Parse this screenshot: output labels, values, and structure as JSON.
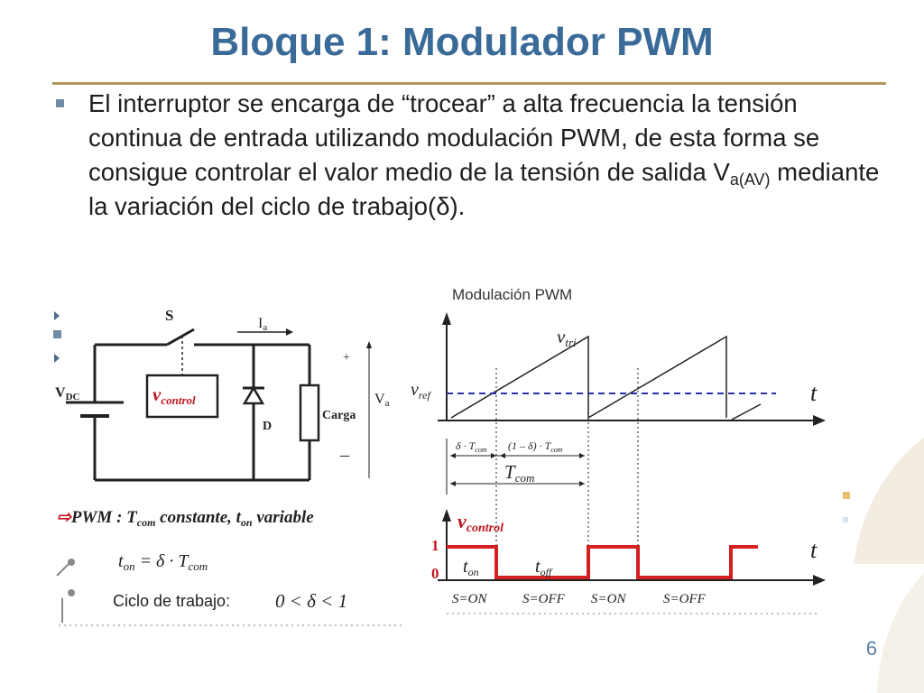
{
  "slide": {
    "title": "Bloque 1: Modulador PWM",
    "bullet": {
      "part1": "El interruptor se encarga de “trocear” a alta frecuencia la tensión continua de entrada utilizando modulación PWM, de esta forma se consigue controlar el valor medio de la tensión de salida V",
      "subscript": "a(AV)",
      "part2": " mediante la variación del ciclo de trabajo(δ)."
    },
    "page_number": "6"
  },
  "circuit": {
    "switch_label": "S",
    "current_label": "I",
    "current_sub": "a",
    "source_label": "V",
    "source_sub": "DC",
    "control_label": "v",
    "control_sub": "control",
    "diode_label": "D",
    "load_label": "Carga",
    "output_label": "V",
    "output_sub": "a",
    "plus_sign": "+",
    "minus_sign": "–",
    "note_arrow": "⇨",
    "note_prefix": "PWM : T",
    "note_sub1": "com",
    "note_mid": " constante, t",
    "note_sub2": "on",
    "note_suffix": " variable",
    "formula_lhs": "t",
    "formula_lhs_sub": "on",
    "formula_rhs": " = δ · T",
    "formula_rhs_sub": "com",
    "duty_label": "Ciclo de trabajo:",
    "duty_range": "0 < δ < 1"
  },
  "waveform": {
    "title": "Modulación PWM",
    "vtri_label": "v",
    "vtri_sub": "tri",
    "vref_label": "v",
    "vref_sub": "ref",
    "t_label": "t",
    "delta_t": "δ · T",
    "delta_t_sub": "com",
    "one_minus": "(1 – δ) · T",
    "one_minus_sub": "com",
    "tcom": "T",
    "tcom_sub": "com",
    "vcontrol": "v",
    "vcontrol_sub": "control",
    "level_one": "1",
    "level_zero": "0",
    "ton": "t",
    "ton_sub": "on",
    "toff": "t",
    "toff_sub": "off",
    "states": [
      "S=ON",
      "S=OFF",
      "S=ON",
      "S=OFF"
    ],
    "colors": {
      "vref": "#2b2fa8",
      "pwm": "#d42020",
      "control": "#c0161e"
    }
  }
}
